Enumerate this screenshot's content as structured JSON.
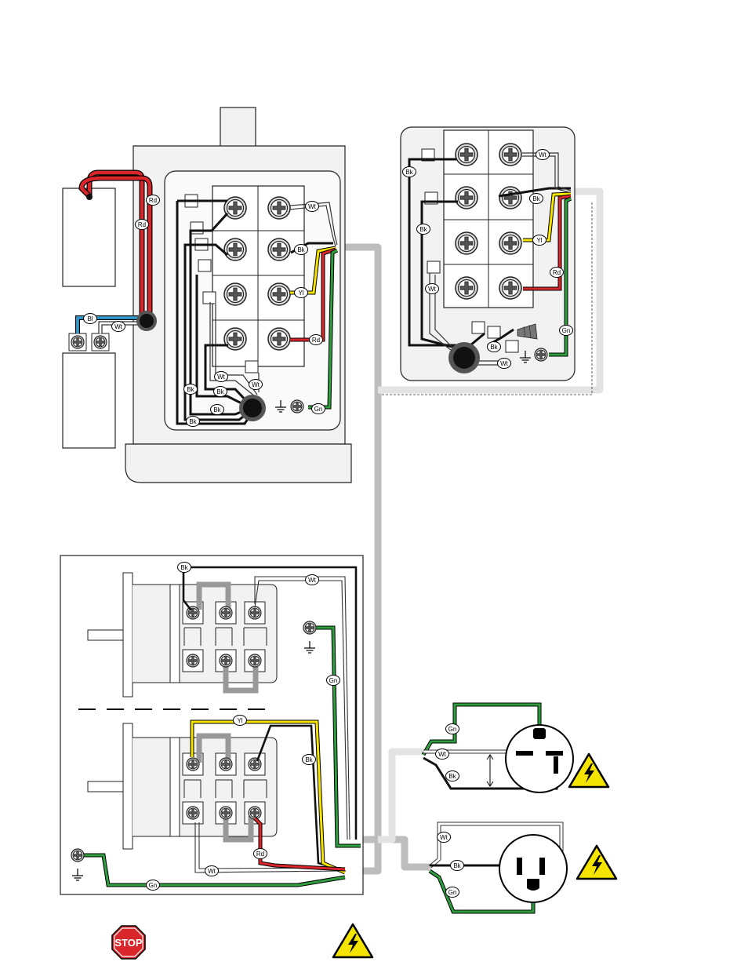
{
  "wire_labels": {
    "red": "Rd",
    "black": "Bk",
    "white": "Wt",
    "yellow": "Yl",
    "green": "Gn",
    "blue": "Bl"
  },
  "stop_sign": {
    "text": "STOP"
  },
  "colors": {
    "red": "#d9262b",
    "black": "#111111",
    "white": "#ffffff",
    "yellow": "#f5e400",
    "green": "#2e9e3e",
    "blue": "#3399cc",
    "conduit": "#bdbdbd",
    "conduit_light": "#e3e3e3",
    "panel_fill": "#f2f2f2",
    "warning": "#f5e400",
    "stop": "#d9262b"
  }
}
